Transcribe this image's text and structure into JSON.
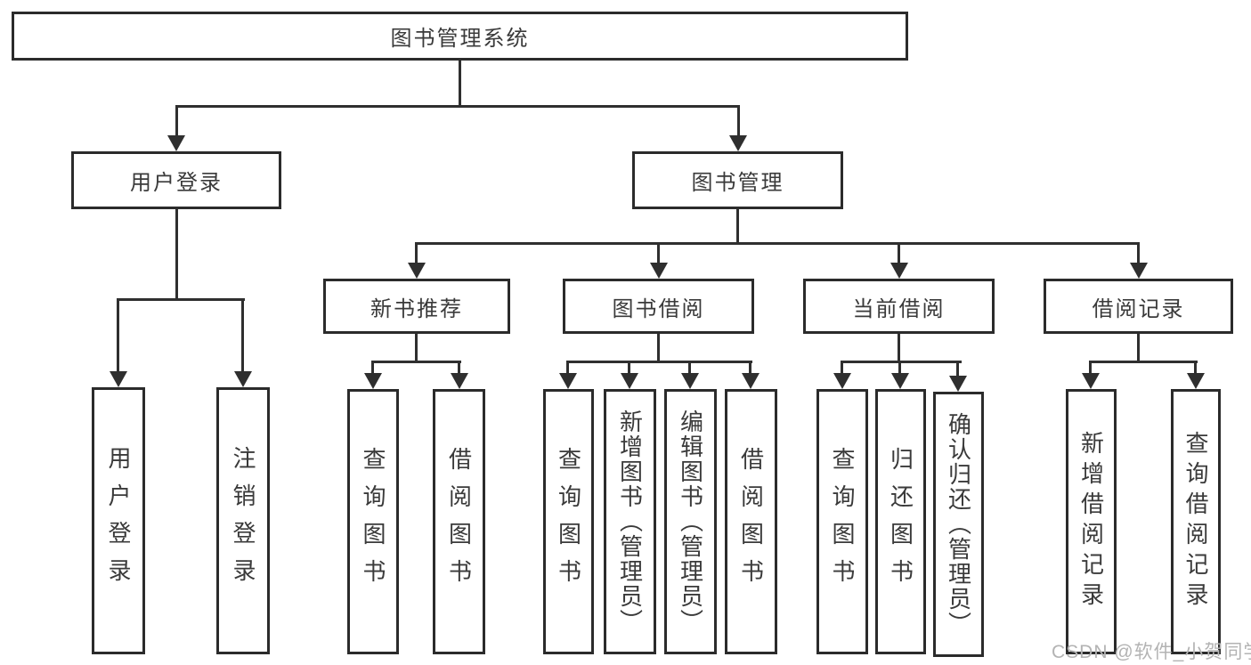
{
  "tree": {
    "root": {
      "label": "图书管理系统",
      "children": [
        {
          "label": "用户登录",
          "children": [
            {
              "label": "用户登录"
            },
            {
              "label": "注销登录"
            }
          ]
        },
        {
          "label": "图书管理",
          "children": [
            {
              "label": "新书推荐",
              "children": [
                {
                  "label": "查询图书"
                },
                {
                  "label": "借阅图书"
                }
              ]
            },
            {
              "label": "图书借阅",
              "children": [
                {
                  "label": "查询图书"
                },
                {
                  "label": "新增图书（管理员）"
                },
                {
                  "label": "编辑图书（管理员）"
                },
                {
                  "label": "借阅图书"
                }
              ]
            },
            {
              "label": "当前借阅",
              "children": [
                {
                  "label": "查询图书"
                },
                {
                  "label": "归还图书"
                },
                {
                  "label": "确认归还（管理员）"
                }
              ]
            },
            {
              "label": "借阅记录",
              "children": [
                {
                  "label": "新增借阅记录"
                },
                {
                  "label": "查询借阅记录"
                }
              ]
            }
          ]
        }
      ]
    }
  },
  "watermark": {
    "label": "CSDN @软件_小贺同学"
  },
  "colors": {
    "line": "#2f2f2f",
    "box_border": "#2b2b2b",
    "text": "#3a3a3a",
    "watermark": "#b3b3b3",
    "background": "#ffffff"
  }
}
